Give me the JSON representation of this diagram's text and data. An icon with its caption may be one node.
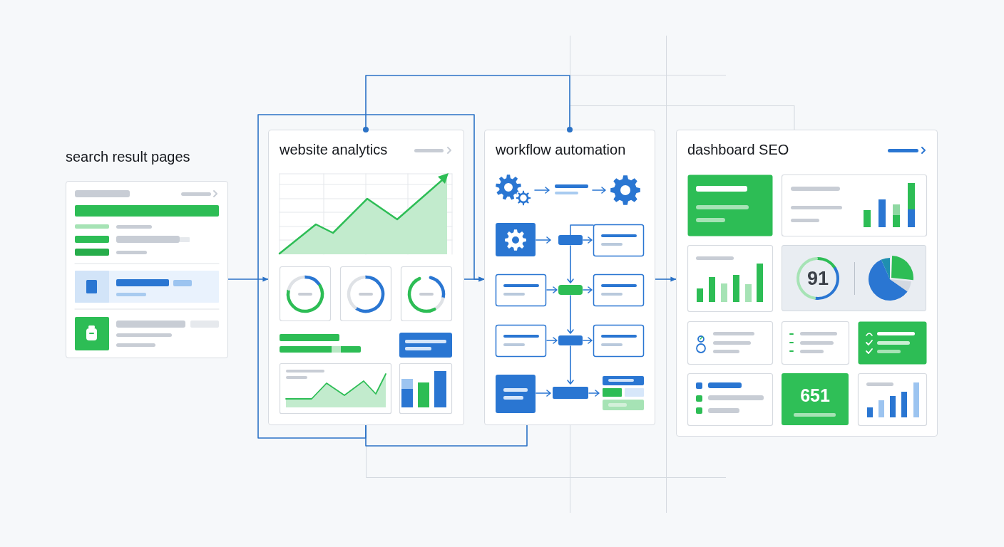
{
  "diagram": {
    "nodes": [
      {
        "text": [
          "search result pages"
        ]
      },
      {
        "text": [
          "website analytics"
        ]
      },
      {
        "text": [
          "workflow automation"
        ]
      },
      {
        "text": [
          "dashboard SEO"
        ]
      },
      {
        "text": [
          "91"
        ],
        "in": 3
      },
      {
        "text": [
          "651"
        ],
        "in": 3
      }
    ],
    "edges": [
      {
        "from": 0,
        "to": 1,
        "arrow": "to"
      },
      {
        "from": 1,
        "to": 2,
        "arrow": "to"
      },
      {
        "from": 1,
        "to": 2,
        "arrow": "other"
      },
      {
        "from": 1,
        "to": 2,
        "arrow": "none"
      },
      {
        "from": 1,
        "to": 2,
        "arrow": "to"
      },
      {
        "from": 2,
        "to": 3,
        "arrow": "to"
      },
      {
        "from": 2,
        "to": 3,
        "arrow": "none",
        "color": "#d5dae0"
      }
    ]
  }
}
